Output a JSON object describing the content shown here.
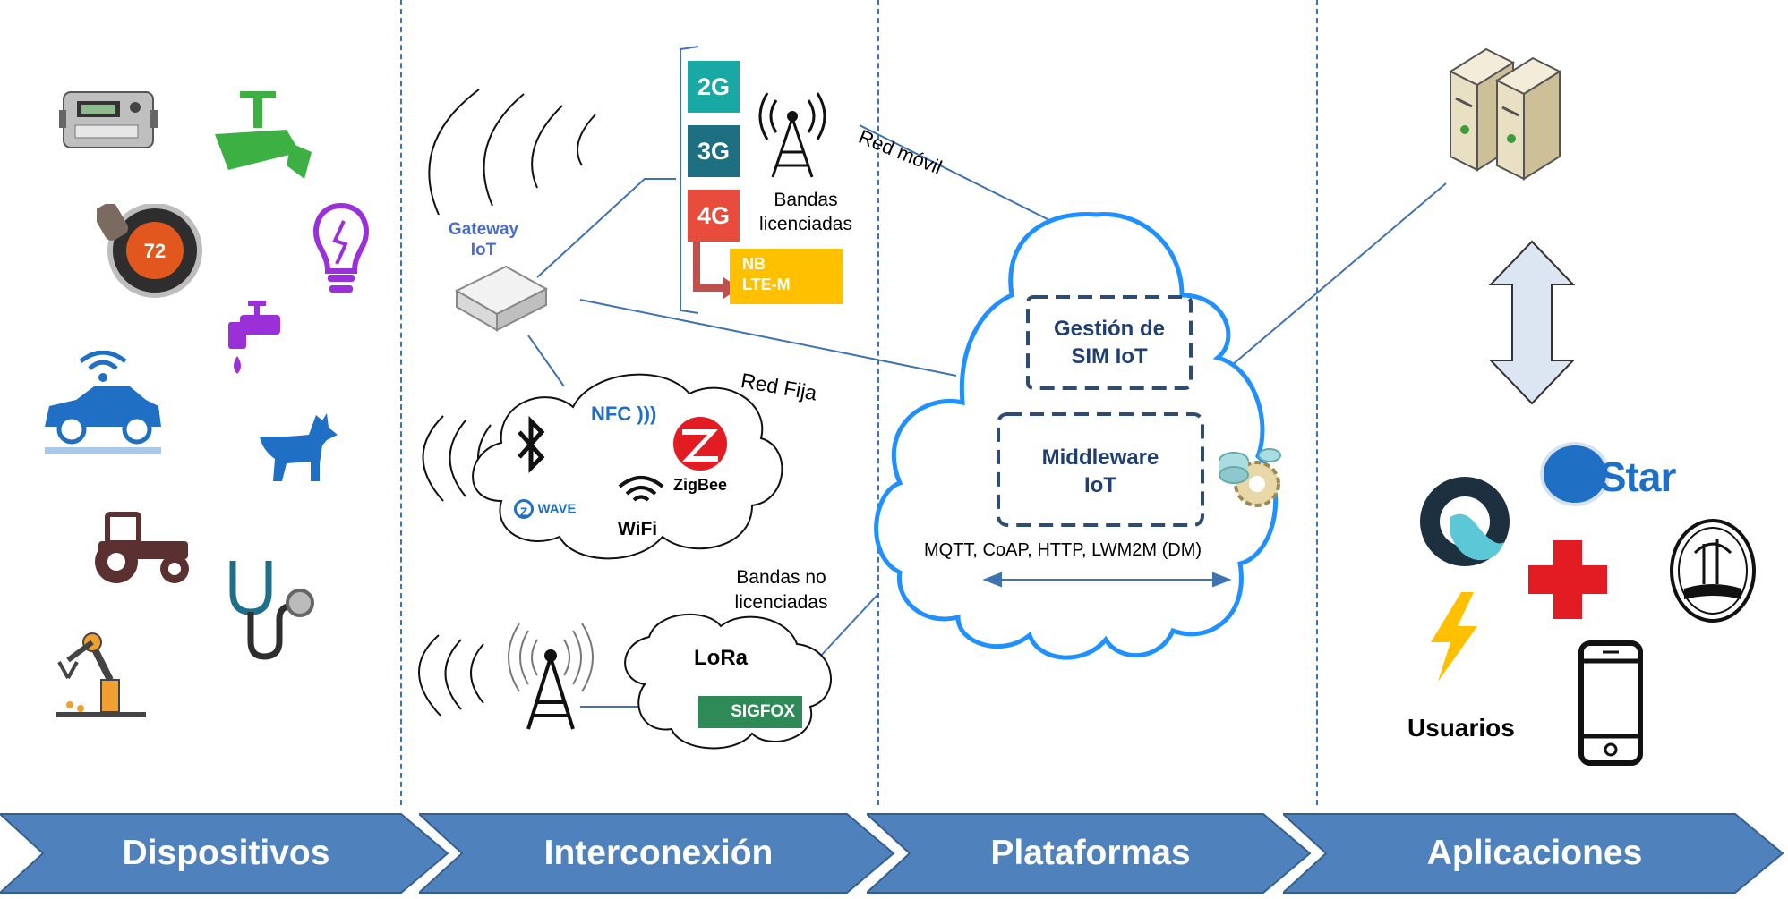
{
  "stages": [
    "Dispositivos",
    "Interconexión",
    "Plataformas",
    "Aplicaciones"
  ],
  "interconnection": {
    "gateway": [
      "Gateway",
      "IoT"
    ],
    "generations": [
      "2G",
      "3G",
      "4G"
    ],
    "nb_label": [
      "NB",
      "LTE-M"
    ],
    "licensed_bands": [
      "Bandas",
      "licenciadas"
    ],
    "mobile_network": "Red móvil",
    "fixed_network": "Red Fija",
    "unlicensed_bands": [
      "Bandas no",
      "licenciadas"
    ],
    "short_range": {
      "nfc": "NFC",
      "zigbee": "ZigBee",
      "zwave": "WAVE",
      "wifi": "WiFi"
    },
    "lpwan": {
      "lora": "LoRa",
      "sigfox": "SIGFOX"
    }
  },
  "platform": {
    "sim_mgmt": [
      "Gestión de",
      "SIM IoT"
    ],
    "middleware": [
      "Middleware",
      "IoT"
    ],
    "protocols": "MQTT, CoAP, HTTP, LWM2M (DM)"
  },
  "applications": {
    "users_label": "Usuarios",
    "onstar": "OnStar",
    "thermostat_reading": "72"
  },
  "colors": {
    "chevron": "#4f81bd",
    "divider": "#3f72b0",
    "box_text": "#1f3f73",
    "g2": "#19a9a4",
    "g3": "#1f6f82",
    "g4": "#e74c3c",
    "nb": "#ffc000",
    "device_green": "#3cb043",
    "device_purple": "#9b30d9",
    "device_blue": "#1f6fc5",
    "device_brown": "#5b3030",
    "device_teal": "#1f6f8b",
    "cloud": "#1e90ff",
    "cross": "#e31b23"
  },
  "icons": [
    "meter-icon",
    "security-camera-icon",
    "thermostat-icon",
    "lightbulb-icon",
    "faucet-icon",
    "connected-car-icon",
    "dog-icon",
    "tractor-icon",
    "stethoscope-icon",
    "robot-arm-icon",
    "cell-tower-icon",
    "bluetooth-icon",
    "servers-icon",
    "double-arrow-icon",
    "water-drop-logo",
    "red-cross-icon",
    "lightning-icon",
    "smartphone-icon",
    "seal-logo",
    "gears-icon"
  ]
}
